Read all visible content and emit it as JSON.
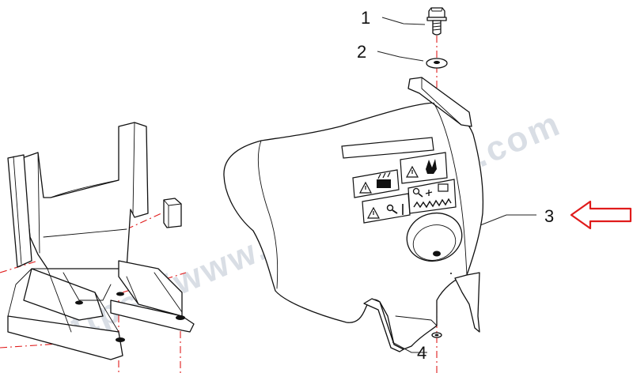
{
  "diagram": {
    "watermark": "https://www.argo-market.com",
    "callouts": [
      {
        "id": "1",
        "label": "1"
      },
      {
        "id": "2",
        "label": "2"
      },
      {
        "id": "3",
        "label": "3"
      },
      {
        "id": "4",
        "label": "4"
      }
    ],
    "colors": {
      "line": "#111111",
      "axis": "#e01b1b",
      "arrow": "#e01b1b",
      "watermark": "#b9c2cf"
    },
    "icons": [
      "warning-triangle-icon",
      "hot-engine-icon",
      "hand-hazard-icon",
      "drive-belt-icon",
      "wrench-icon"
    ]
  }
}
